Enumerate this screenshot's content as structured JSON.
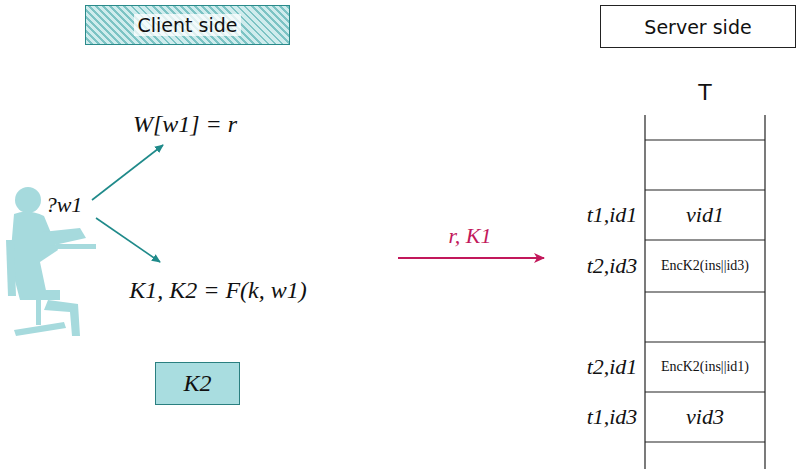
{
  "diagram": {
    "nodes": [
      {
        "text": [
          "Client side"
        ]
      },
      {
        "text": [
          "Server side"
        ]
      },
      {
        "text": [
          "K2"
        ]
      }
    ],
    "labels": [
      "W[w1] = r",
      "?w1",
      "K1, K2 = F(k, w1)",
      "r, K1",
      "T",
      "t1,id1",
      "vid1",
      "t2,id3",
      "EncK2(ins||id3)",
      "t2,id1",
      "EncK2(ins||id1)",
      "t1,id3",
      "vid3"
    ]
  }
}
